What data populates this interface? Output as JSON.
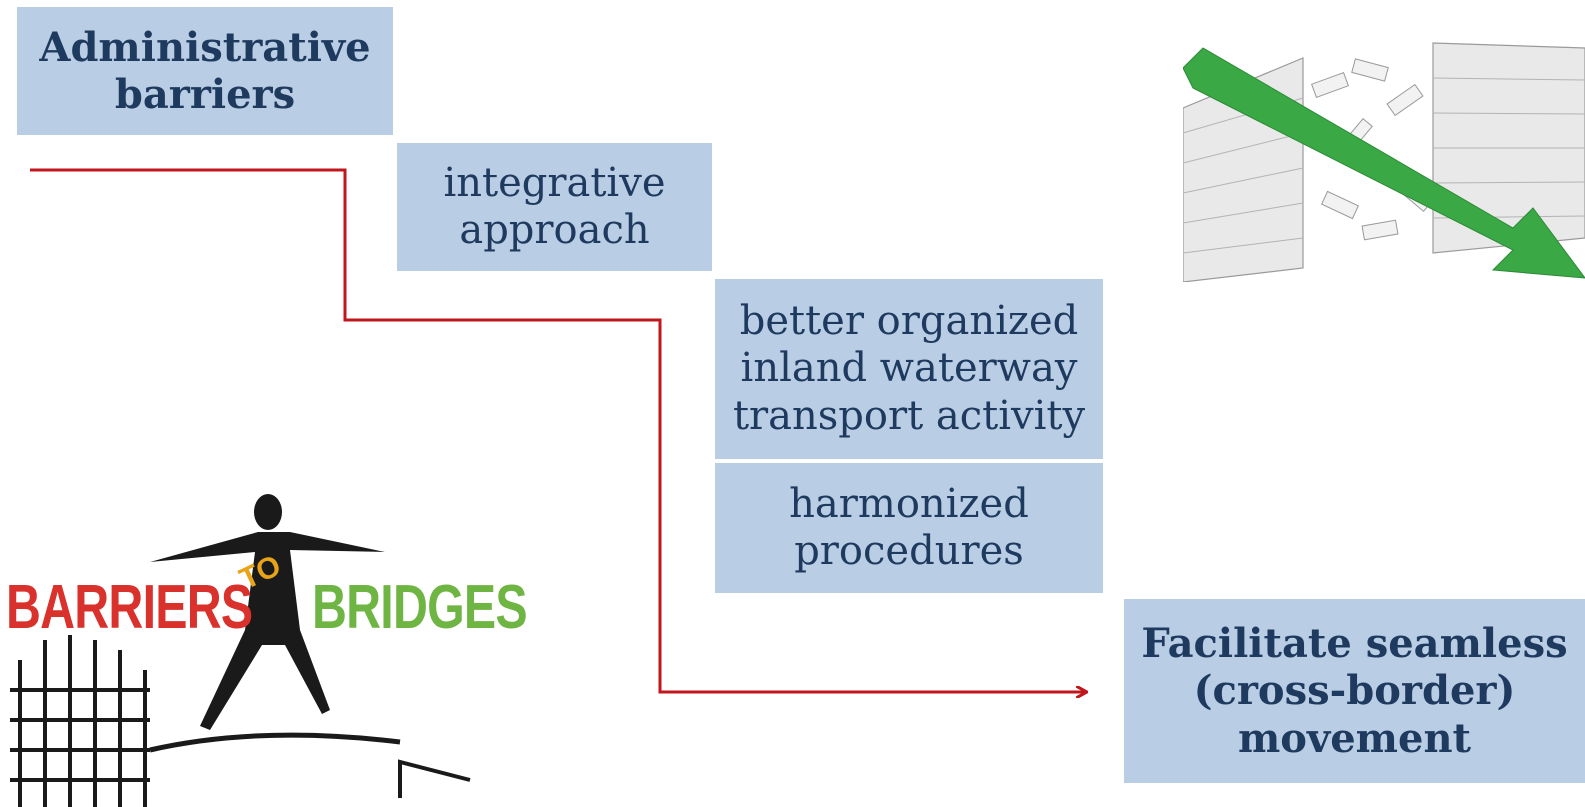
{
  "diagram": {
    "steps": [
      {
        "id": "admin",
        "text": "Administrative\nbarriers"
      },
      {
        "id": "integ",
        "text": "integrative\napproach"
      },
      {
        "id": "better",
        "text": "better organized\ninland waterway\ntransport activity"
      },
      {
        "id": "harm",
        "text": "harmonized\nprocedures"
      },
      {
        "id": "facil",
        "text": "Facilitate seamless\n(cross-border)\nmovement"
      }
    ]
  },
  "logo": {
    "word_left": "BARRIERS",
    "word_mid": "TO",
    "word_right": "BRIDGES"
  },
  "colors": {
    "box_fill": "#b9cde4",
    "text": "#1f3a5f",
    "connector": "#c0161c",
    "logo_red": "#d9312b",
    "logo_green": "#6fb544",
    "logo_orange": "#e8a319"
  },
  "images": {
    "wall_photo": "green-arrow-breaking-brick-wall",
    "logo_figure": "person-stepping-over-fence"
  }
}
